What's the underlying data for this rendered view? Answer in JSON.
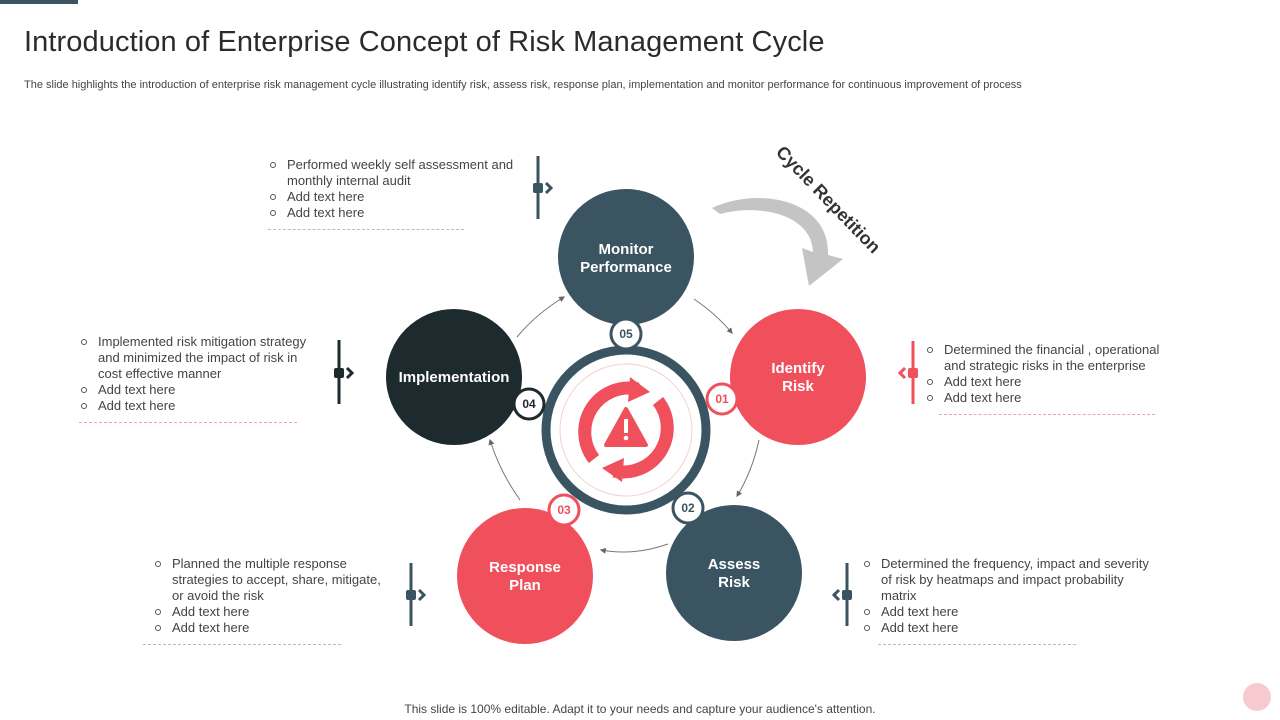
{
  "title": "Introduction of Enterprise Concept of Risk Management Cycle",
  "subtitle": "The slide highlights the introduction of enterprise risk management cycle illustrating identify risk, assess risk, response plan, implementation and monitor performance for continuous improvement of process",
  "footer": "This slide is 100% editable. Adapt it to your needs and capture your audience's attention.",
  "cycle_label": "Cycle Repetition",
  "colors": {
    "dark_teal": "#3a5561",
    "red": "#f04f5c",
    "black": "#1d2a2e",
    "arrow_gray": "#c4c4c4"
  },
  "center_icon": "warning-refresh-icon",
  "steps": [
    {
      "number": "01",
      "label_lines": [
        "Identify",
        "Risk"
      ],
      "bullets": [
        "Determined the financial  , operational and strategic risks in the enterprise",
        "Add text here",
        "Add text here"
      ]
    },
    {
      "number": "02",
      "label_lines": [
        "Assess",
        "Risk"
      ],
      "bullets": [
        "Determined the frequency, impact and severity of risk by heatmaps and impact probability matrix",
        "Add text here",
        "Add text here"
      ]
    },
    {
      "number": "03",
      "label_lines": [
        "Response",
        "Plan"
      ],
      "bullets": [
        "Planned the multiple response strategies to accept, share, mitigate, or avoid  the risk",
        "Add text here",
        "Add text here"
      ]
    },
    {
      "number": "04",
      "label_lines": [
        "Implementation"
      ],
      "bullets": [
        "Implemented risk mitigation strategy and minimized the impact of risk in cost effective  manner",
        "Add text here",
        "Add text here"
      ]
    },
    {
      "number": "05",
      "label_lines": [
        "Monitor",
        "Performance"
      ],
      "bullets": [
        "Performed  weekly self assessment and monthly internal audit",
        "Add text here",
        "Add text here"
      ]
    }
  ]
}
